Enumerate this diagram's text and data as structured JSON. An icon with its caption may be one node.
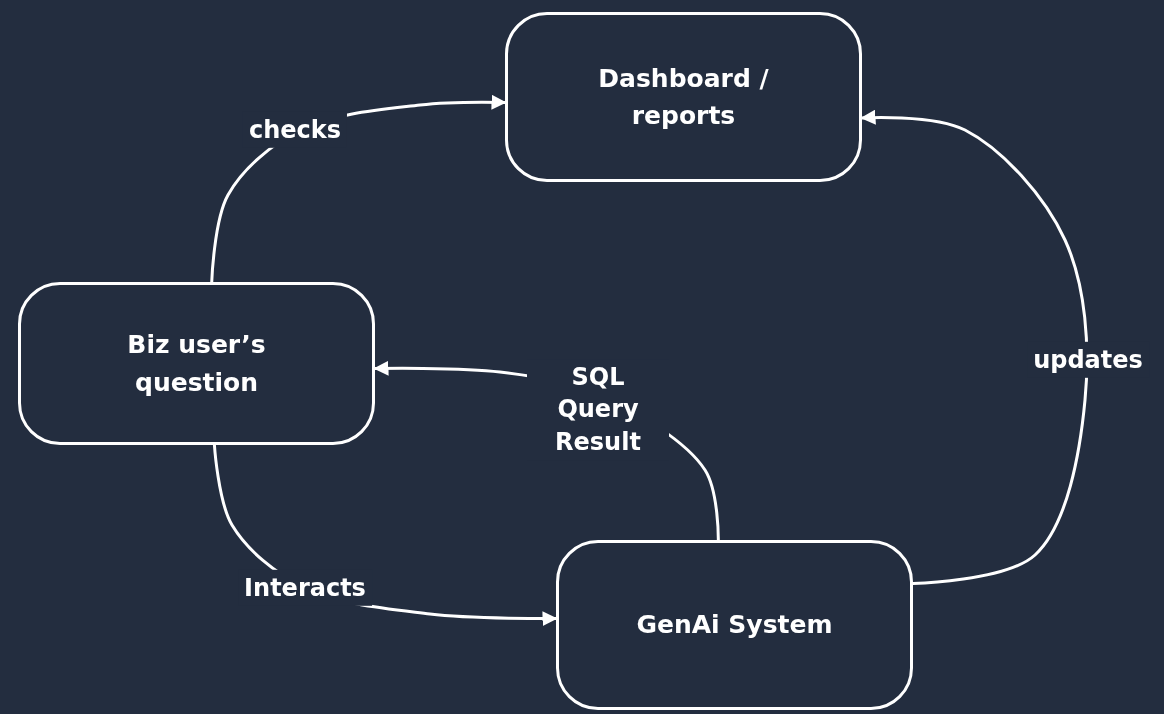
{
  "diagram": {
    "nodes": [
      {
        "text": [
          "Dashboard / reports"
        ]
      },
      {
        "text": [
          "Biz user’s question"
        ]
      },
      {
        "text": [
          "GenAi System"
        ]
      }
    ],
    "edges": [
      {
        "from": 1,
        "to": 0,
        "arrow": "to",
        "label": "checks"
      },
      {
        "from": 2,
        "to": 1,
        "arrow": "to",
        "label": "SQL Query Result"
      },
      {
        "from": 1,
        "to": 2,
        "arrow": "to",
        "label": "Interacts"
      },
      {
        "from": 2,
        "to": 0,
        "arrow": "to",
        "label": "updates"
      }
    ]
  }
}
